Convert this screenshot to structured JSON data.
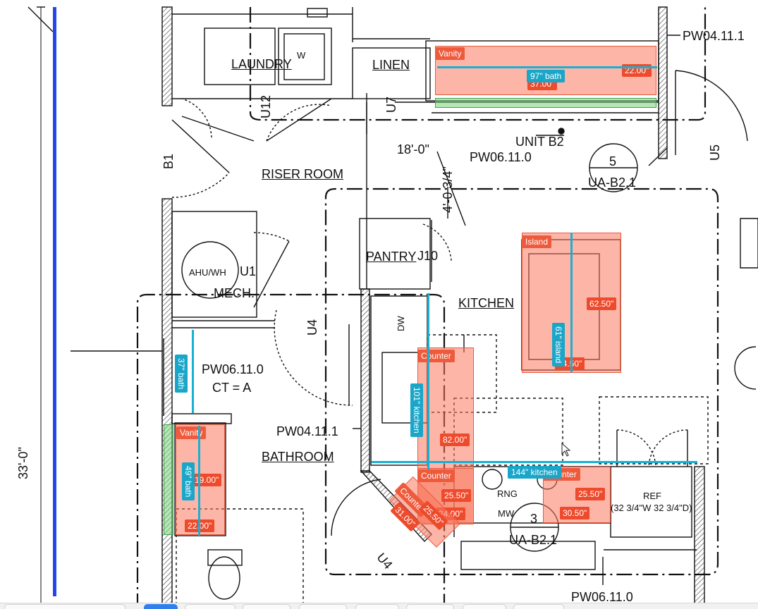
{
  "rooms": {
    "laundry": "LAUNDRY",
    "linen": "LINEN",
    "riser_room": "RISER ROOM",
    "pantry": "PANTRY",
    "kitchen": "KITCHEN",
    "mech": "MECH.",
    "bathroom": "BATHROOM",
    "unit": "UNIT B2"
  },
  "tags": {
    "u12": "U12",
    "u7": "U7",
    "u5": "U5",
    "b1": "B1",
    "u1": "U1",
    "u4a": "U4",
    "u4b": "U4",
    "j10": "J10",
    "w": "W",
    "dw": "DW",
    "ahu": "AHU/WH",
    "rng": "RNG",
    "mw": "MW",
    "ref": "REF",
    "ref_size": "(32 3/4\"W 32 3/4\"D)"
  },
  "references": {
    "pw04_top": "PW04.11.1",
    "pw06_top": "PW06.11.0",
    "pw06_mid": "PW06.11.0",
    "ct": "CT = A",
    "pw04_mid": "PW04.11.1",
    "pw06_bottom": "PW06.11.0",
    "dim_18": "18'-0\"",
    "dim_4": "4'-0 3/4\"",
    "dim_33": "33'-0\"",
    "sec5_num": "5",
    "sec5_sheet": "UA-B2.1",
    "sec3_num": "3",
    "sec3_sheet": "UA-B2.1"
  },
  "annotations": {
    "vanity_top": {
      "label": "Vanity",
      "dim_a": "22.00\"",
      "dim_b": "37.00\""
    },
    "island": {
      "label": "Island",
      "dim_a": "62.50\"",
      "dim_b": "44.50\""
    },
    "counter_main": {
      "label": "Counter",
      "dim_a": "82.00\""
    },
    "counter_low": {
      "label": "Counter",
      "dim_a": "25.50\"",
      "dim_b": "24.00\""
    },
    "counter_diag": {
      "label": "Counter",
      "dim_a": "31.00\"",
      "dim_b": "25.50\""
    },
    "counter_right": {
      "label": "Counter",
      "dim_a": "25.50\"",
      "dim_b": "30.50\""
    },
    "vanity_bath": {
      "label": "Vanity",
      "dim_a": "19.00\"",
      "dim_b": "22.00\""
    }
  },
  "measurements": {
    "bath_top": "97\" bath",
    "island": "61\" island",
    "kitchen_vert": "101\" kitchen",
    "kitchen_horiz": "144\" kitchen",
    "bath_37": "37\" bath",
    "bath_49": "49\" bath"
  },
  "colors": {
    "annotation_fill": "#fa785f",
    "annotation_tag": "#ee5a3c",
    "measure_line": "#19b0d2",
    "shelf_fill": "#78d278",
    "guide_line": "#2846e6"
  }
}
